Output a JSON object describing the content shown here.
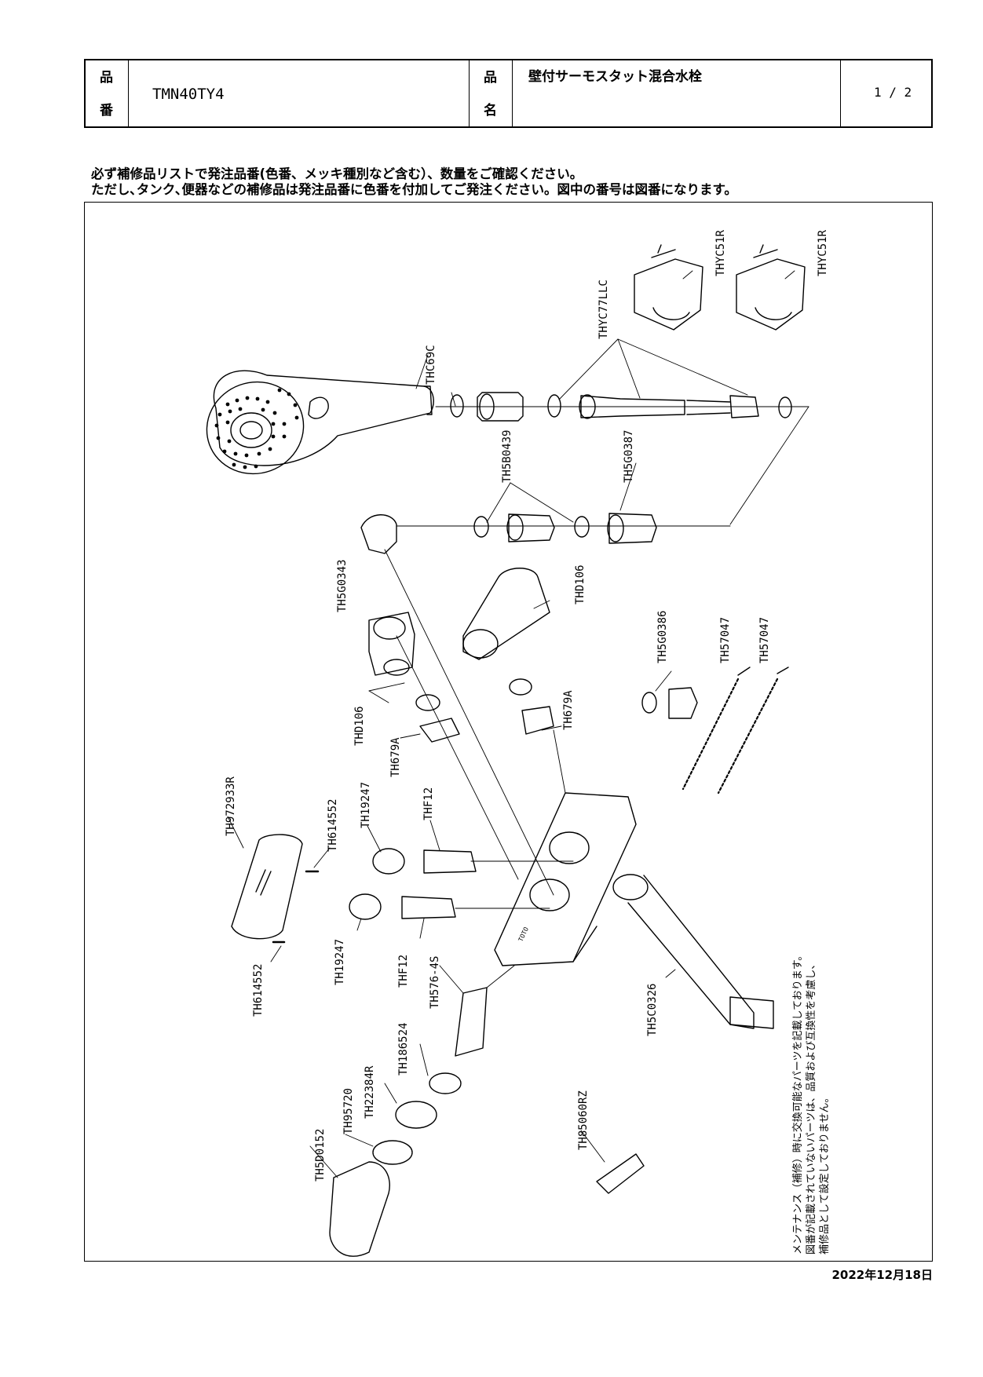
{
  "header": {
    "hin_ban_label_top": "品",
    "hin_ban_label_bottom": "番",
    "product_code": "TMN40TY4",
    "hin_mei_label_top": "品",
    "hin_mei_label_bottom": "名",
    "product_name": "壁付サーモスタット混合水栓",
    "page": "1 / 2"
  },
  "notes": {
    "line1": "必ず補修品リストで発注品番(色番、メッキ種別など含む）、数量をご確認ください。",
    "line2": "ただし､タンク､便器などの補修品は発注品番に色番を付加してご発注ください。図中の番号は図番になります。"
  },
  "parts": {
    "thyc51r_a": "THYC51R",
    "thyc51r_b": "THYC51R",
    "thyc77llc": "THYC77LLC",
    "thc69c": "THC69C",
    "th5b0439": "TH5B0439",
    "th5g0387": "TH5G0387",
    "th5g0343": "TH5G0343",
    "thd106_a": "THD106",
    "thd106_b": "THD106",
    "th679a_a": "TH679A",
    "th679a_b": "TH679A",
    "th5g0386": "TH5G0386",
    "th57047_a": "TH57047",
    "th57047_b": "TH57047",
    "th972933r": "TH972933R",
    "th614552_a": "TH614552",
    "th614552_b": "TH614552",
    "th19247_a": "TH19247",
    "th19247_b": "TH19247",
    "thf12_a": "THF12",
    "thf12_b": "THF12",
    "th576_4s": "TH576-4S",
    "th186524": "TH186524",
    "th22384r": "TH22384R",
    "th95720": "TH95720",
    "th5d0152": "TH5D0152",
    "th85060rz": "TH85060RZ",
    "th5c0326": "TH5C0326"
  },
  "maintenance_note": {
    "line1": "メンテナンス（補修）時に交換可能なパーツを記載しております。",
    "line2": "図番が記載されていないパーツは、品質および互換性を考慮し、",
    "line3": "補修品として設定しておりません。"
  },
  "body_logo": "TOTO",
  "date": "2022年12月18日"
}
